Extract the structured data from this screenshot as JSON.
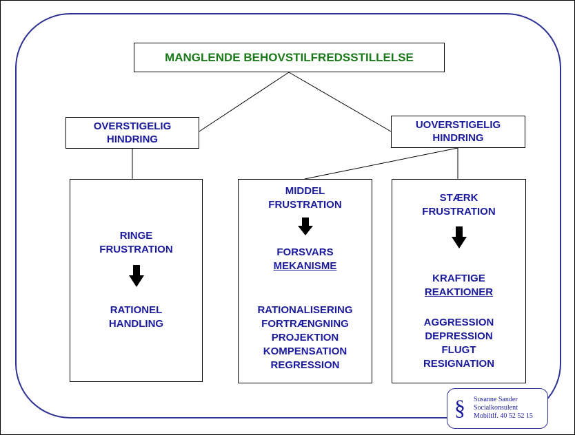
{
  "title": "MANGLENDE BEHOVSTILFREDSSTILLELSE",
  "obstacles": {
    "left": [
      "OVERSTIGELIG",
      "HINDRING"
    ],
    "right": [
      "UOVERSTIGELIG",
      "HINDRING"
    ]
  },
  "columns": {
    "low": {
      "frustration": [
        "RINGE",
        "FRUSTRATION"
      ],
      "outcome": [
        "RATIONEL",
        "HANDLING"
      ]
    },
    "middle": {
      "frustration": [
        "MIDDEL",
        "FRUSTRATION"
      ],
      "mechanism": [
        "FORSVARS",
        "MEKANISME"
      ],
      "items": [
        "RATIONALISERING",
        "FORTRÆNGNING",
        "PROJEKTION",
        "KOMPENSATION",
        "REGRESSION"
      ]
    },
    "strong": {
      "frustration": [
        "STÆRK",
        "FRUSTRATION"
      ],
      "reactions": [
        "KRAFTIGE",
        "REAKTIONER"
      ],
      "items": [
        "AGGRESSION",
        "DEPRESSION",
        "FLUGT",
        "RESIGNATION"
      ]
    }
  },
  "badge": {
    "symbol": "§",
    "lines": [
      "Susanne Sander",
      "Socialkonsulent",
      "Mobiltlf. 40 52 52 15"
    ]
  },
  "colors": {
    "title_text": "#1a7a1a",
    "label_text": "#1a1a9c",
    "frame_border": "#2e3192",
    "arrow_fill": "#000000"
  }
}
